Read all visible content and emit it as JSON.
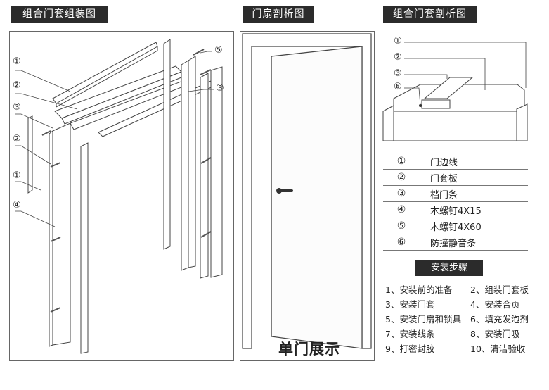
{
  "headers": {
    "assembly": "组合门套组装图",
    "leaf_section": "门扇剖析图",
    "frame_section": "组合门套剖析图"
  },
  "callouts": {
    "left": [
      "①",
      "②",
      "③",
      "②",
      "①",
      "④"
    ],
    "right": [
      "⑤",
      "③"
    ],
    "section": [
      "①",
      "②",
      "③",
      "⑥"
    ]
  },
  "legend": [
    {
      "num": "①",
      "label": "门边线"
    },
    {
      "num": "②",
      "label": "门套板"
    },
    {
      "num": "③",
      "label": "档门条"
    },
    {
      "num": "④",
      "label": "木螺钉4X15"
    },
    {
      "num": "⑤",
      "label": "木螺钉4X60"
    },
    {
      "num": "⑥",
      "label": "防撞静音条"
    }
  ],
  "steps_title": "安装步骤",
  "steps": [
    [
      "1、安装前的准备",
      "2、组装门套板"
    ],
    [
      "3、安装门套",
      "4、安装合页"
    ],
    [
      "5、安装门扇和锁具",
      "6、填充发泡剂"
    ],
    [
      "7、安装线条",
      "8、安装门吸"
    ],
    [
      "9、打密封胶",
      "10、清洁验收"
    ]
  ],
  "caption": "单门展示"
}
